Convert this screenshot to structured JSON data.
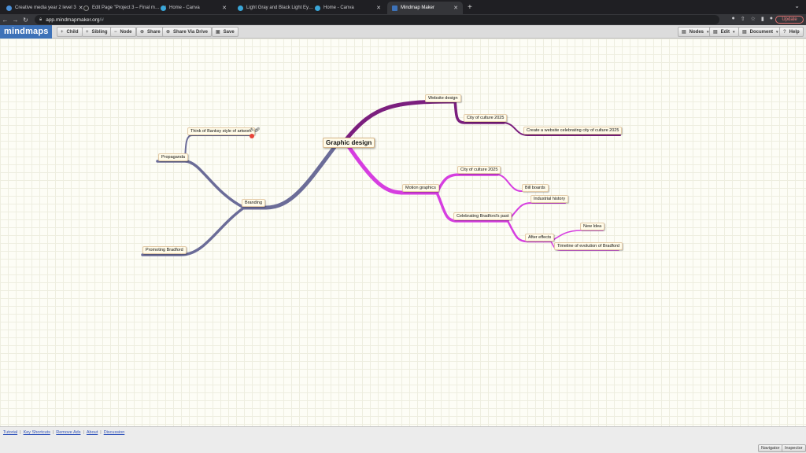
{
  "browser": {
    "tabs": [
      {
        "title": "Creative media year 2 level 3",
        "favicon": "#4a90d9",
        "active": false
      },
      {
        "title": "Edit Page \"Project 3 – Final m…",
        "favicon": "#222222",
        "active": false
      },
      {
        "title": "Home - Canva",
        "favicon": "#3aa6d8",
        "active": false
      },
      {
        "title": "Light Gray and Black Light Ey…",
        "favicon": "#3aa6d8",
        "active": false
      },
      {
        "title": "Home - Canva",
        "favicon": "#3aa6d8",
        "active": false
      },
      {
        "title": "Mindmap Maker",
        "favicon": "#3d72b8",
        "active": true
      }
    ],
    "url_host": "app.mindmapmaker.org",
    "url_path": "/#",
    "update_label": "Update"
  },
  "toolbar": {
    "logo": "mindmaps",
    "child": "Child",
    "sibling": "Sibling",
    "node": "Node",
    "share": "Share",
    "share_drive": "Share Via Drive",
    "save": "Save",
    "nodes": "Nodes",
    "edit": "Edit",
    "document": "Document",
    "help": "Help"
  },
  "mindmap": {
    "root": "Graphic design",
    "website_design": "Website design",
    "city_culture_1": "City of culture 2025",
    "create_website": "Create a website celebrating city of culture 2025",
    "motion_graphics": "Motion graphics",
    "city_culture_2": "City of culture 2025",
    "bill_boards": "Bill boards",
    "celebrating": "Celebrating Bradford's past",
    "industrial": "Industrial history",
    "after_effects": "After effects",
    "new_idea": "New Idea",
    "timeline": "Timeline of evolution of Bradford",
    "branding": "Branding",
    "propaganda": "Propaganda",
    "banksy": "Think of Banksy style of artwork",
    "promoting": "Promoting Bradford",
    "colors": {
      "website_branch": "#7b1f7e",
      "motion_branch": "#d63ee0",
      "branding_branch": "#6b6c98"
    }
  },
  "footer": {
    "tutorial": "Tutorial",
    "shortcuts": "Key Shortcuts",
    "remove_ads": "Remove Ads",
    "about": "About",
    "discussion": "Discussion",
    "navigator": "Navigator",
    "inspector": "Inspector"
  }
}
